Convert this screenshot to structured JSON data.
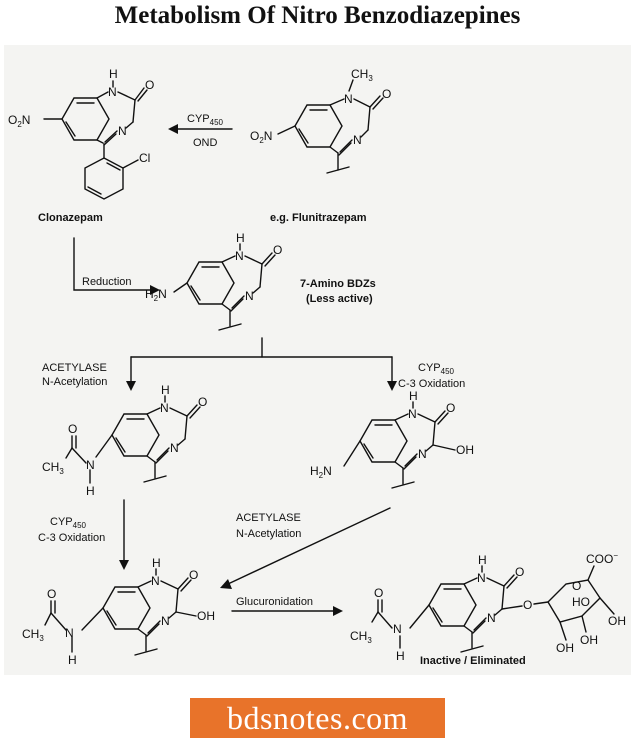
{
  "title": "Metabolism Of Nitro Benzodiazepines",
  "compounds": {
    "clonazepam": "Clonazepam",
    "flunitrazepam": "e.g. Flunitrazepam",
    "amino_line1": "7-Amino BDZs",
    "amino_line2": "(Less active)",
    "eliminated": "Inactive / Eliminated"
  },
  "reactions": {
    "cyp": "CYP",
    "cyp_sub": "450",
    "ond": "OND",
    "reduction": "Reduction",
    "acetylase": "ACETYLASE",
    "n_acetylation": "N-Acetylation",
    "c3_oxidation": "C-3 Oxidation",
    "glucuronidation": "Glucuronidation"
  },
  "atoms": {
    "H": "H",
    "N": "N",
    "O": "O",
    "Cl": "Cl",
    "OH": "OH",
    "CH3": "CH3",
    "CH": "CH",
    "sub3": "3",
    "O2N_O": "O",
    "O2N_2": "2",
    "O2N_N": "N",
    "H2N_H": "H",
    "H2N_2": "2",
    "H2N_N": "N",
    "COO": "COO",
    "minus": "−",
    "HO": "HO"
  },
  "watermark": "bdsnotes.com"
}
